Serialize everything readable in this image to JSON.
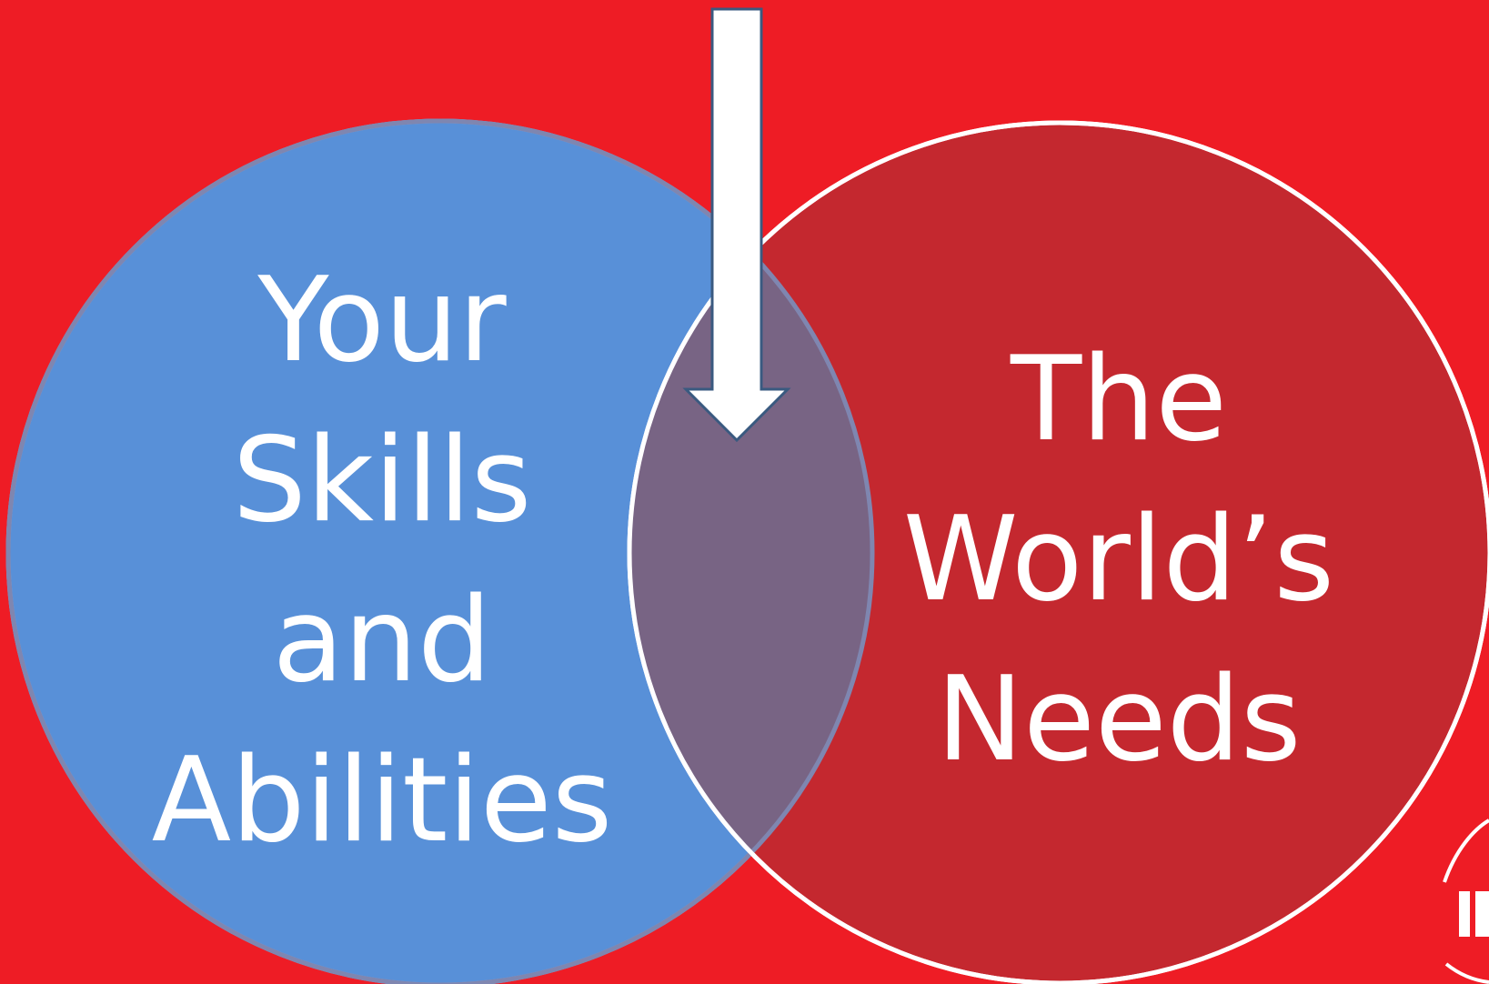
{
  "diagram": {
    "left_circle": {
      "lines": [
        "Your",
        "Skills",
        "and",
        "Abilities"
      ],
      "fill": "#5890d8",
      "stroke": "#7fa9e2"
    },
    "right_circle": {
      "lines": [
        "The",
        "World’s",
        "Needs"
      ],
      "fill": "#c4282f",
      "stroke": "#ffffff"
    },
    "overlap": {
      "fill": "#786484"
    },
    "arrow": {
      "fill": "#ffffff",
      "stroke": "#3a5a80",
      "direction": "down"
    },
    "background": "#ee1c25"
  }
}
